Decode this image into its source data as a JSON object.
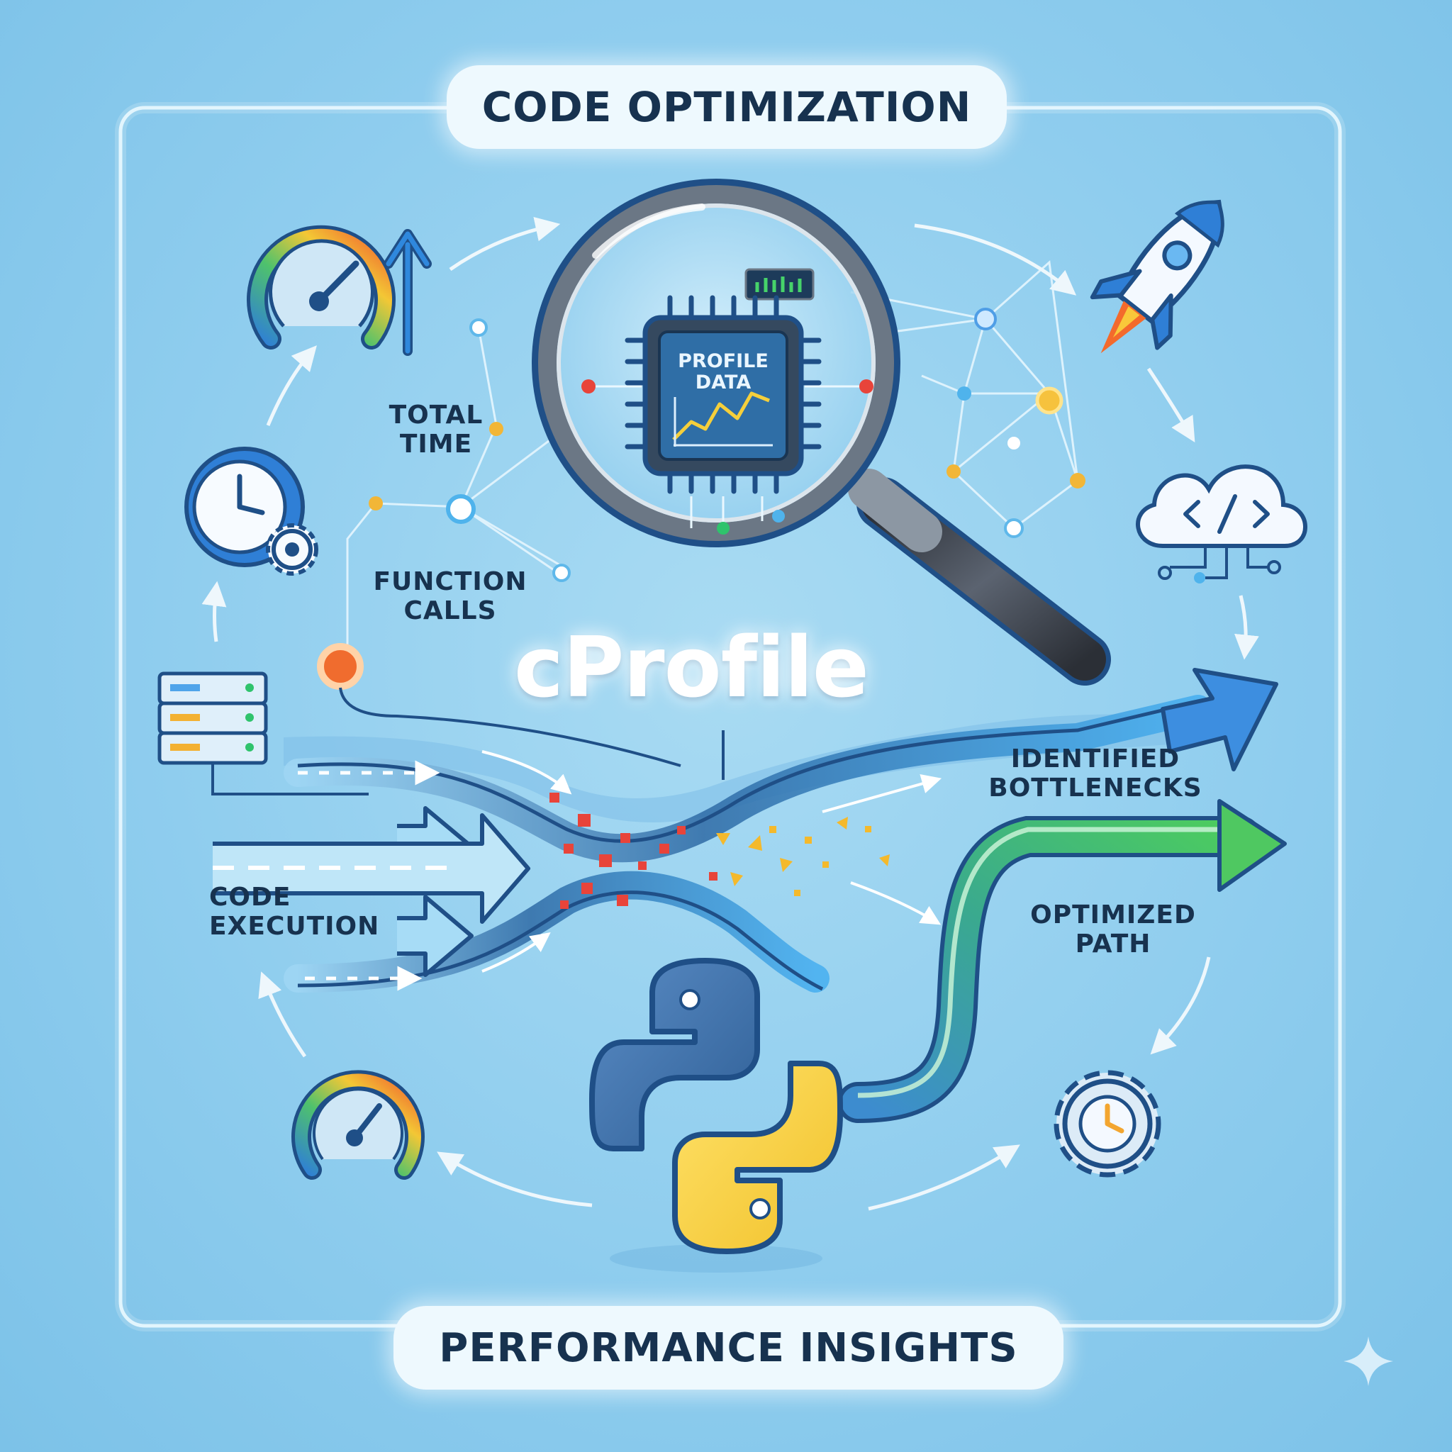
{
  "header": {
    "title": "CODE OPTIMIZATION"
  },
  "footer": {
    "title": "PERFORMANCE INSIGHTS"
  },
  "center": {
    "title": "cProfile"
  },
  "chip": {
    "line1": "PROFILE",
    "line2": "DATA"
  },
  "labels": {
    "total_time": [
      "TOTAL",
      "TIME"
    ],
    "function_calls": [
      "FUNCTION",
      "CALLS"
    ],
    "code_execution": [
      "CODE",
      "EXECUTION"
    ],
    "identified_bottlenecks": [
      "IDENTIFIED",
      "BOTTLENECKS"
    ],
    "optimized_path": [
      "OPTIMIZED",
      "PATH"
    ]
  },
  "icons": {
    "speedometer": "speedometer-icon",
    "clock_gear": "clock-gear-icon",
    "server": "server-icon",
    "magnifier": "magnifying-glass-icon",
    "chip": "processor-chip-icon",
    "rocket": "rocket-icon",
    "cloud_code": "cloud-code-icon",
    "python": "python-logo-icon",
    "gear_clock": "gear-clock-icon",
    "small_gauge": "small-gauge-icon",
    "sparkle": "sparkle-icon"
  },
  "colors": {
    "background": "#8fcdee",
    "dark_text": "#17324f",
    "flow_blue": "#3e8fdc",
    "flow_green": "#3fbf6e",
    "python_blue": "#3d6fa8",
    "python_yellow": "#f5cf3b",
    "bottleneck_red": "#e8443a",
    "bottleneck_yellow": "#f4b92c"
  }
}
